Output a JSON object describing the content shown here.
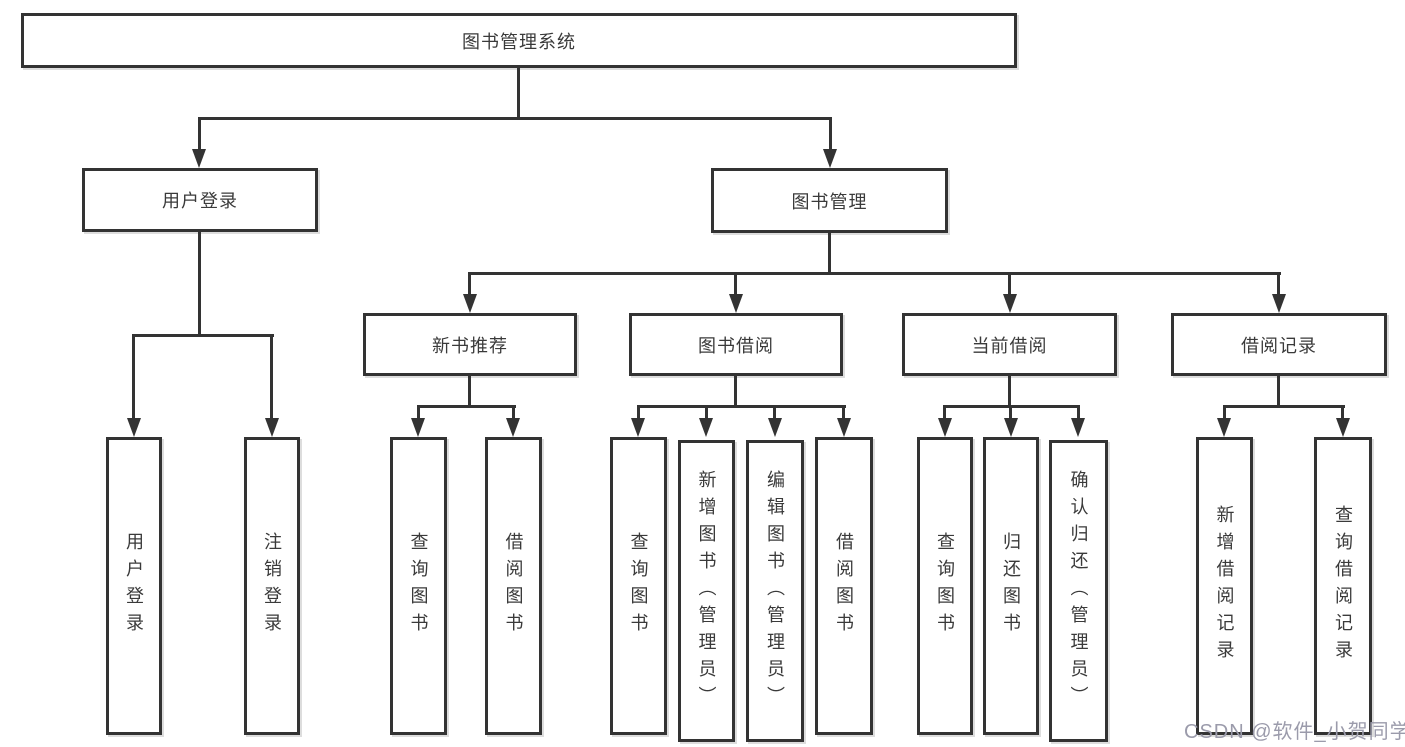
{
  "tree": {
    "root": {
      "label": "图书管理系统"
    },
    "branches": [
      {
        "label": "用户登录",
        "children": [
          {
            "label": "用户登录"
          },
          {
            "label": "注销登录"
          }
        ]
      },
      {
        "label": "图书管理",
        "children": [
          {
            "label": "新书推荐",
            "children": [
              {
                "label": "查询图书"
              },
              {
                "label": "借阅图书"
              }
            ]
          },
          {
            "label": "图书借阅",
            "children": [
              {
                "label": "查询图书"
              },
              {
                "label": "新增图书（管理员）"
              },
              {
                "label": "编辑图书（管理员）"
              },
              {
                "label": "借阅图书"
              }
            ]
          },
          {
            "label": "当前借阅",
            "children": [
              {
                "label": "查询图书"
              },
              {
                "label": "归还图书"
              },
              {
                "label": "确认归还（管理员）"
              }
            ]
          },
          {
            "label": "借阅记录",
            "children": [
              {
                "label": "新增借阅记录"
              },
              {
                "label": "查询借阅记录"
              }
            ]
          }
        ]
      }
    ]
  },
  "watermark": {
    "text": "CSDN @软件_小贺同学"
  },
  "colors": {
    "line": "#333333",
    "text": "#3a3a3a",
    "watermark": "#9b9bab",
    "background": "#ffffff"
  }
}
